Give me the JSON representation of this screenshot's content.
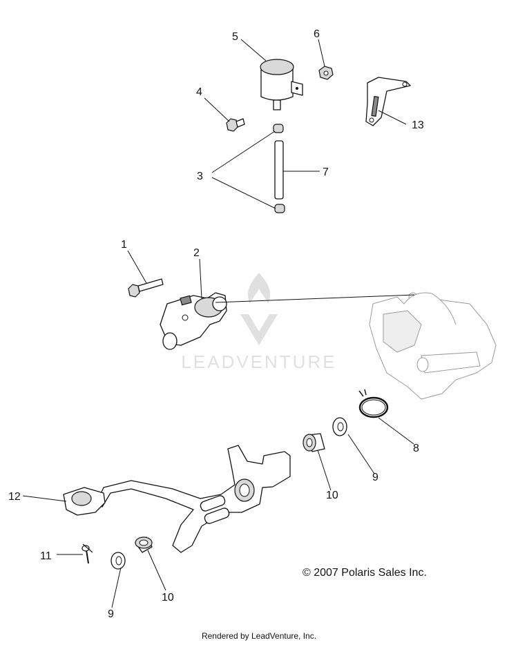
{
  "watermark": {
    "text": "LEADVENTURE"
  },
  "callouts": [
    {
      "id": "c1",
      "label": "1"
    },
    {
      "id": "c2",
      "label": "2"
    },
    {
      "id": "c3",
      "label": "3"
    },
    {
      "id": "c4",
      "label": "4"
    },
    {
      "id": "c5",
      "label": "5"
    },
    {
      "id": "c6",
      "label": "6"
    },
    {
      "id": "c7",
      "label": "7"
    },
    {
      "id": "c8",
      "label": "8"
    },
    {
      "id": "c9a",
      "label": "9"
    },
    {
      "id": "c9b",
      "label": "9"
    },
    {
      "id": "c10a",
      "label": "10"
    },
    {
      "id": "c10b",
      "label": "10"
    },
    {
      "id": "c11",
      "label": "11"
    },
    {
      "id": "c12",
      "label": "12"
    },
    {
      "id": "c13",
      "label": "13"
    }
  ],
  "copyright": "© 2007 Polaris Sales Inc.",
  "footer": "Rendered by LeadVenture, Inc."
}
